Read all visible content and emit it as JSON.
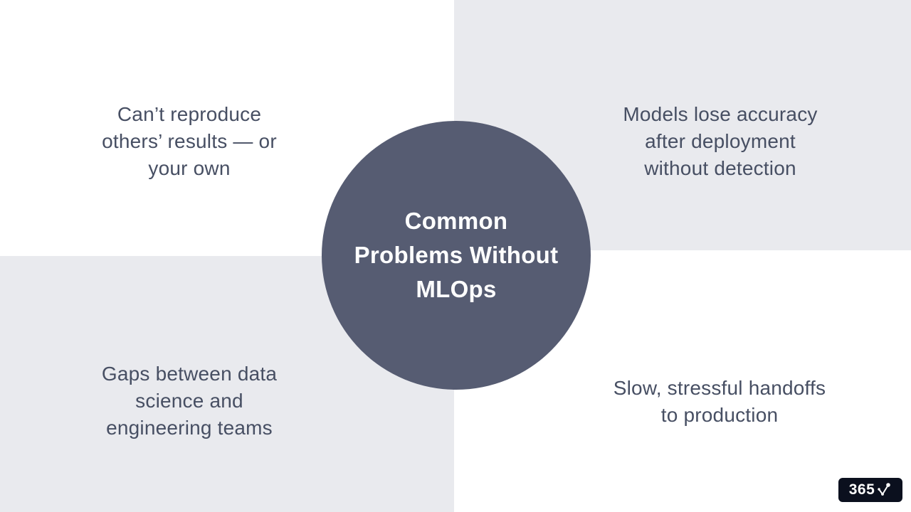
{
  "slide_title": "Common Problems Without MLOps",
  "center_circle": {
    "lines": [
      "Common",
      "Problems Without",
      "MLOps"
    ]
  },
  "quadrants": {
    "top_left": {
      "lines": [
        "Can’t reproduce",
        "others’ results — or",
        "your own"
      ]
    },
    "top_right": {
      "lines": [
        "Models lose accuracy",
        "after deployment",
        "without detection"
      ]
    },
    "bottom_left": {
      "lines": [
        "Gaps between data",
        "science and",
        "engineering teams"
      ]
    },
    "bottom_right": {
      "lines": [
        "Slow, stressful handoffs",
        "to production"
      ]
    }
  },
  "logo": {
    "number": "365",
    "icon": "checkmark-trend-icon"
  },
  "colors": {
    "circle": "#565c72",
    "quadrant_gray": "#e9eaee",
    "body_text": "#474f63",
    "logo_bg": "#0b101e",
    "title_text": "#ffffff",
    "slide_bg": "#ffffff"
  }
}
